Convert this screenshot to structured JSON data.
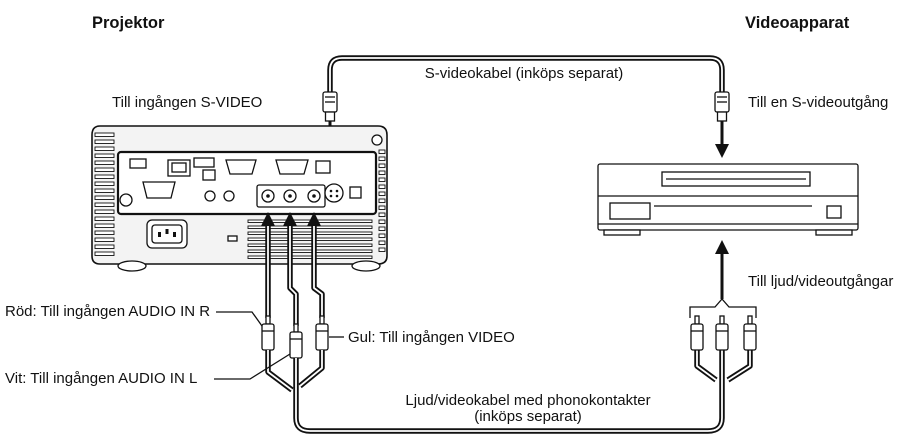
{
  "headings": {
    "projector": "Projektor",
    "video_device": "Videoapparat"
  },
  "s_video": {
    "cable_label": "S-videokabel (inköps separat)",
    "projector_input": "Till ingången S-VIDEO",
    "device_output": "Till en S-videoutgång"
  },
  "av_cable": {
    "label_line1": "Ljud/videokabel med phonokontakter",
    "label_line2": "(inköps separat)",
    "device_outputs": "Till ljud/videoutgångar"
  },
  "plugs": {
    "red": "Röd: Till ingången AUDIO IN R",
    "white": "Vit: Till ingången AUDIO IN L",
    "yellow": "Gul: Till ingången VIDEO"
  }
}
